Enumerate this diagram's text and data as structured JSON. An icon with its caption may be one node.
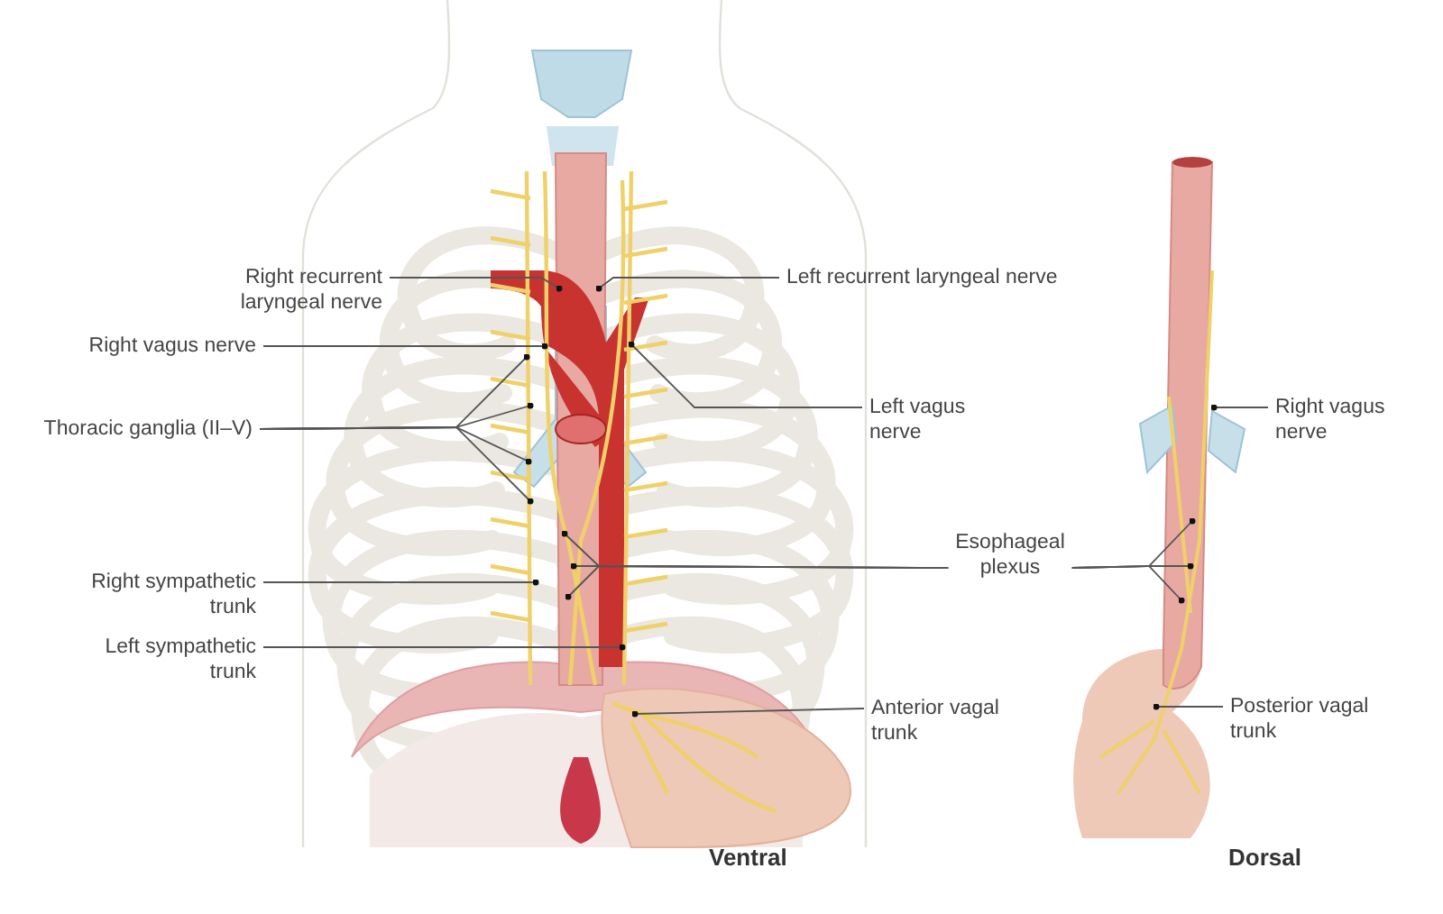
{
  "diagram": {
    "nodes": [
      {
        "text": [
          "Right recurrent laryngeal nerve"
        ]
      },
      {
        "text": [
          "Left recurrent laryngeal nerve"
        ]
      },
      {
        "text": [
          "Right vagus nerve"
        ]
      },
      {
        "text": [
          "Thoracic ganglia (II–V)"
        ]
      },
      {
        "text": [
          "Left vagus nerve"
        ]
      },
      {
        "text": [
          "Right sympathetic trunk"
        ]
      },
      {
        "text": [
          "Left sympathetic trunk"
        ]
      },
      {
        "text": [
          "Esophageal plexus"
        ]
      },
      {
        "text": [
          "Anterior vagal trunk"
        ]
      },
      {
        "text": [
          "Right vagus nerve"
        ]
      },
      {
        "text": [
          "Posterior vagal trunk"
        ]
      },
      {
        "text": [],
        "shape": "picture"
      }
    ],
    "edges": [
      {
        "from": 0,
        "to": null,
        "arrow": "other"
      },
      {
        "from": 1,
        "to": null,
        "arrow": "other"
      },
      {
        "from": 2,
        "to": null,
        "arrow": "other"
      },
      {
        "from": 3,
        "to": null,
        "arrow": "other"
      },
      {
        "from": 3,
        "to": null,
        "arrow": "other"
      },
      {
        "from": 3,
        "to": null,
        "arrow": "other"
      },
      {
        "from": 3,
        "to": null,
        "arrow": "other"
      },
      {
        "from": 4,
        "to": null,
        "arrow": "other"
      },
      {
        "from": 5,
        "to": null,
        "arrow": "other"
      },
      {
        "from": 6,
        "to": null,
        "arrow": "other"
      },
      {
        "from": 7,
        "to": null,
        "arrow": "other"
      },
      {
        "from": 7,
        "to": null,
        "arrow": "other"
      },
      {
        "from": 7,
        "to": null,
        "arrow": "other"
      },
      {
        "from": 7,
        "to": 11,
        "arrow": "other"
      },
      {
        "from": 7,
        "to": 11,
        "arrow": "other"
      },
      {
        "from": 7,
        "to": 11,
        "arrow": "other"
      },
      {
        "from": 8,
        "to": null,
        "arrow": "other"
      },
      {
        "from": 9,
        "to": 11,
        "arrow": "other"
      },
      {
        "from": 10,
        "to": 11,
        "arrow": "other"
      }
    ],
    "labels": [
      "Ventral",
      "Dorsal"
    ]
  }
}
